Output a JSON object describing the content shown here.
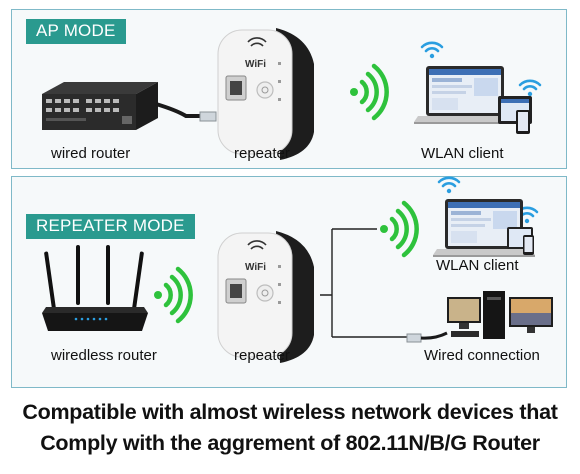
{
  "ap_mode": {
    "badge": "AP MODE",
    "labels": {
      "wired_router": "wired router",
      "repeater": "repeater",
      "wlan_client": "WLAN client"
    },
    "repeater_logo": "WiFi"
  },
  "repeater_mode": {
    "badge": "REPEATER MODE",
    "labels": {
      "wireless_router": "wiredless router",
      "repeater": "repeater",
      "wlan_client": "WLAN client",
      "wired_connection": "Wired connection"
    },
    "repeater_logo": "WiFi"
  },
  "caption": {
    "line1": "Compatible with almost wireless network devices that",
    "line2": "Comply with the aggrement of 802.11N/B/G Router"
  },
  "colors": {
    "badge": "#2a9a8f",
    "panel_border": "#7fb9c8",
    "wifi_green": "#2ec23c",
    "wifi_blue": "#2a9ee0"
  }
}
